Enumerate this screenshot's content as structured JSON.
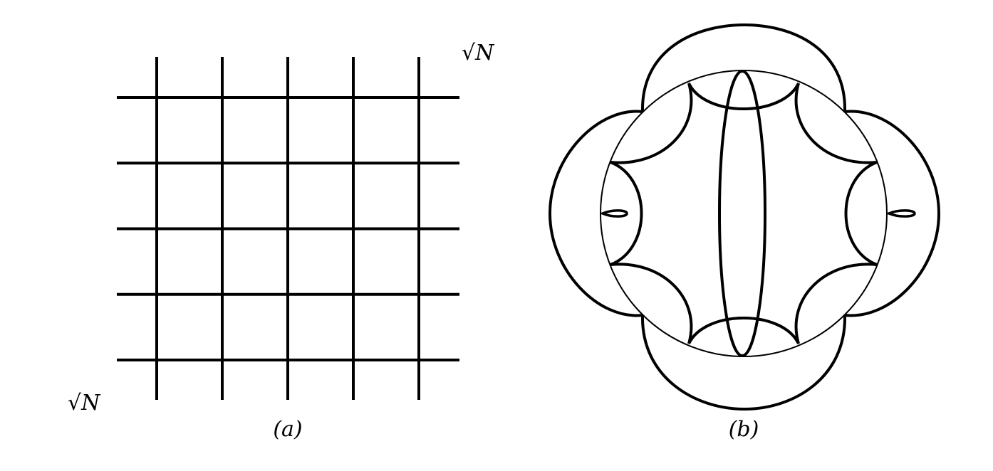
{
  "panel_a": {
    "caption": "(a)",
    "top_right_label": "√N",
    "bottom_left_label": "√N",
    "grid": {
      "rows": 5,
      "columns": 5
    }
  },
  "panel_b": {
    "caption": "(b)"
  },
  "style": {
    "stroke_color": "#000000",
    "background": "#ffffff"
  }
}
